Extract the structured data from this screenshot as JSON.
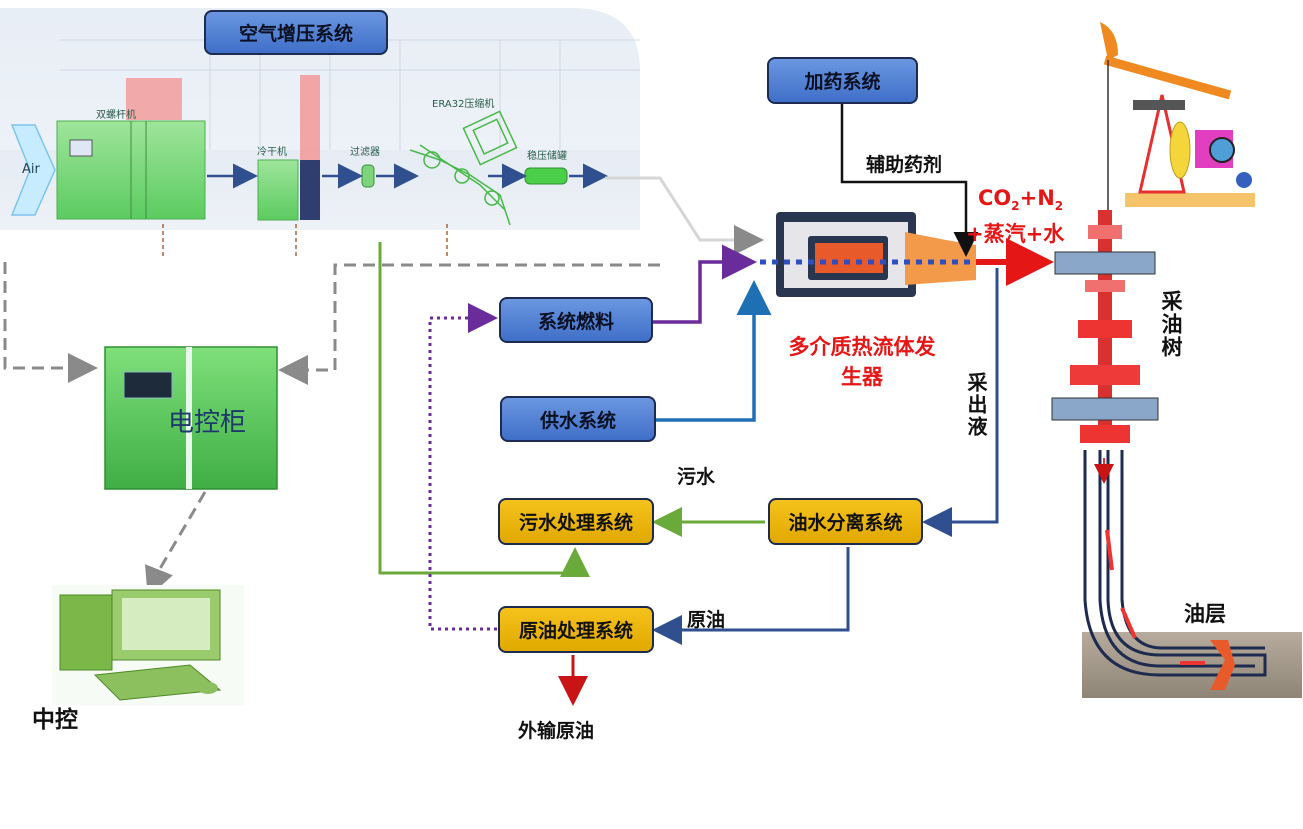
{
  "boxes": {
    "air_boost": "空气增压系统",
    "dosing": "加药系统",
    "system_fuel": "系统燃料",
    "water_supply": "供水系统",
    "sewage_treatment": "污水处理系统",
    "oil_water_separation": "油水分离系统",
    "crude_oil_treatment": "原油处理系统"
  },
  "labels": {
    "air": "Air",
    "screw_compressor": "双螺杆机",
    "cold_dryer": "冷干机",
    "filter": "过滤器",
    "booster": "ERA32压缩机",
    "buffer_tank": "稳压储罐",
    "auxiliary_agent": "辅助药剂",
    "gas_mix_line1_co": "CO",
    "gas_mix_line1_sub2a": "2",
    "gas_mix_line1_plus": "+N",
    "gas_mix_line1_sub2b": "2",
    "gas_mix_line2": "+蒸汽+水",
    "generator": "多介质热流体发生器",
    "produced_fluid": "采出液",
    "sewage": "污水",
    "crude_oil": "原油",
    "export_crude": "外输原油",
    "control_cabinet": "电控柜",
    "central_control": "中控",
    "christmas_tree": "采油树",
    "oil_layer": "油层"
  },
  "colors": {
    "box_blue": "#4a7bd4",
    "box_yellow": "#f0b800",
    "arrow_gray": "#8a8a8a",
    "arrow_purple": "#6a2c9a",
    "arrow_blue": "#1f6fb5",
    "arrow_navy": "#2f4f8f",
    "arrow_green": "#6aaa3a",
    "arrow_red": "#c81414",
    "accent_red": "#e51616",
    "equipment_green": "#5fcf64"
  }
}
